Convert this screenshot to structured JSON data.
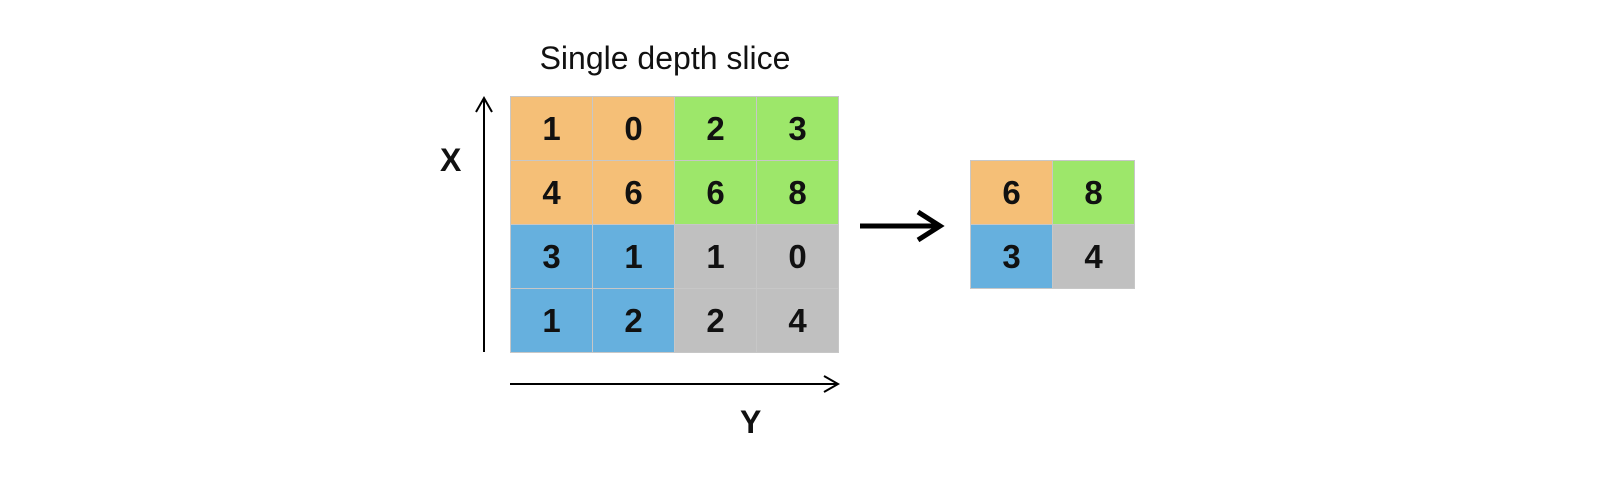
{
  "title": "Single depth slice",
  "axes": {
    "x_label": "X",
    "y_label": "Y"
  },
  "colors": {
    "orange": "#f5bf77",
    "green": "#9de76a",
    "blue": "#66b0de",
    "gray": "#c0c0c0",
    "grid_line": "#c7c7c7"
  },
  "input_grid": [
    [
      {
        "value": "1",
        "color": "orange"
      },
      {
        "value": "0",
        "color": "orange"
      },
      {
        "value": "2",
        "color": "green"
      },
      {
        "value": "3",
        "color": "green"
      }
    ],
    [
      {
        "value": "4",
        "color": "orange"
      },
      {
        "value": "6",
        "color": "orange"
      },
      {
        "value": "6",
        "color": "green"
      },
      {
        "value": "8",
        "color": "green"
      }
    ],
    [
      {
        "value": "3",
        "color": "blue"
      },
      {
        "value": "1",
        "color": "blue"
      },
      {
        "value": "1",
        "color": "gray"
      },
      {
        "value": "0",
        "color": "gray"
      }
    ],
    [
      {
        "value": "1",
        "color": "blue"
      },
      {
        "value": "2",
        "color": "blue"
      },
      {
        "value": "2",
        "color": "gray"
      },
      {
        "value": "4",
        "color": "gray"
      }
    ]
  ],
  "output_grid": [
    [
      {
        "value": "6",
        "color": "orange"
      },
      {
        "value": "8",
        "color": "green"
      }
    ],
    [
      {
        "value": "3",
        "color": "blue"
      },
      {
        "value": "4",
        "color": "gray"
      }
    ]
  ]
}
